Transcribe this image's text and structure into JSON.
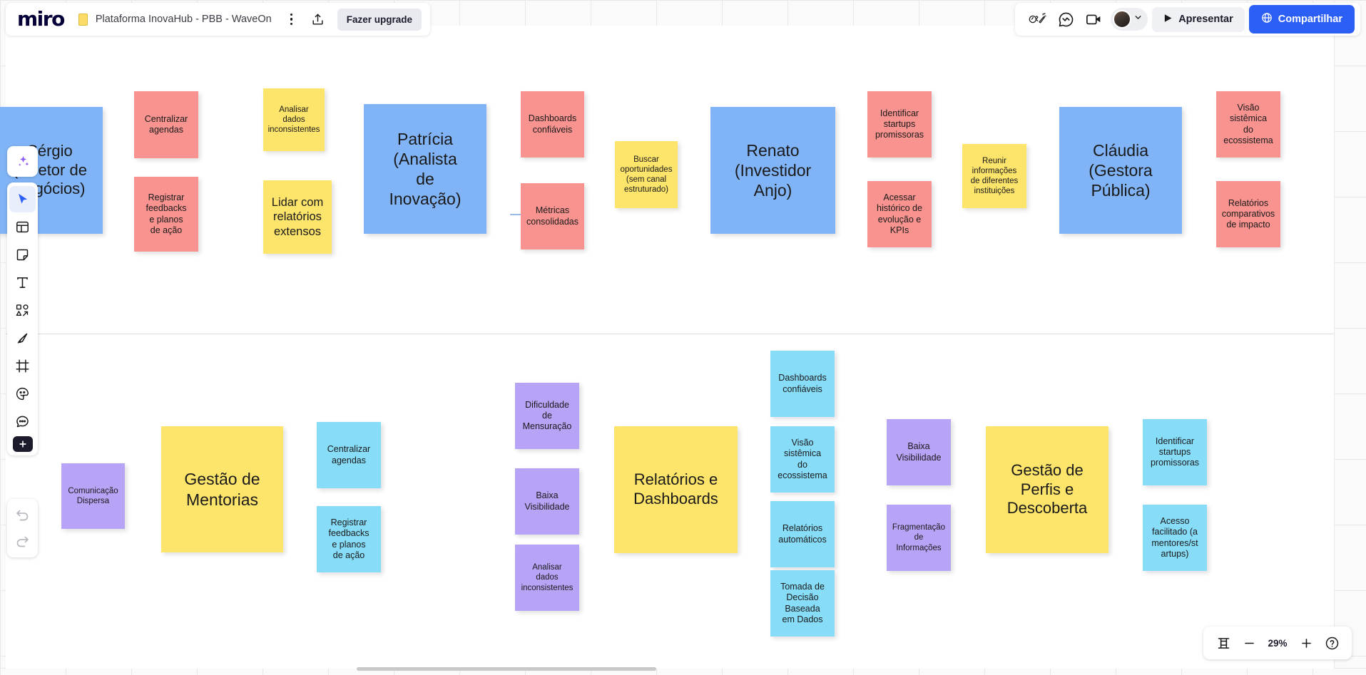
{
  "app": {
    "logo": "miro"
  },
  "topbar": {
    "doc_icon": "board-file-icon",
    "title": "Plataforma InovaHub - PBB - WaveOn",
    "menu_icon": "kebab-menu-icon",
    "share_icon": "upload-share-icon",
    "upgrade_label": "Fazer upgrade"
  },
  "topright": {
    "celebrate_icon": "celebration-icon",
    "chat_icon": "chat-bubble-icon",
    "video_icon": "video-camera-icon",
    "avatar_icon": "user-avatar",
    "chevron_icon": "chevron-down-icon",
    "present_label": "Apresentar",
    "present_icon": "play-icon",
    "share_label": "Compartilhar",
    "share_globe_icon": "globe-icon"
  },
  "toolbar": {
    "items": [
      {
        "name": "ai-sparkle-tool",
        "icon": "sparkle-icon"
      },
      {
        "name": "select-tool",
        "icon": "cursor-arrow-icon"
      },
      {
        "name": "templates-tool",
        "icon": "layout-template-icon"
      },
      {
        "name": "sticky-note-tool",
        "icon": "sticky-note-icon"
      },
      {
        "name": "text-tool",
        "icon": "text-T-icon"
      },
      {
        "name": "shapes-tool",
        "icon": "shapes-connector-icon"
      },
      {
        "name": "pen-tool",
        "icon": "pen-marker-icon"
      },
      {
        "name": "frame-tool",
        "icon": "frame-icon"
      },
      {
        "name": "sticker-tool",
        "icon": "emoji-sticker-icon"
      },
      {
        "name": "comment-tool",
        "icon": "comment-bubble-icon"
      },
      {
        "name": "more-apps-tool",
        "icon": "plus-square-icon"
      }
    ],
    "undo_icon": "undo-arrow-icon",
    "redo_icon": "redo-arrow-icon"
  },
  "zoombar": {
    "fit_icon": "fit-to-screen-icon",
    "minus_icon": "minus-icon",
    "level": "29%",
    "plus_icon": "plus-icon",
    "help_icon": "question-mark-icon"
  },
  "colors": {
    "red": "#f8938f",
    "yellow": "#fde46a",
    "blue": "#80b4f6",
    "cyan": "#87dcf8",
    "purple": "#b8a4f7",
    "accent_blue": "#2c5ff6"
  },
  "board": {
    "top_frame": {
      "notes": [
        {
          "id": "persona-sergio",
          "text": "Sérgio\n(Diretor de\nNegócios)",
          "color": "blue"
        },
        {
          "id": "pain-centralizar-agendas",
          "text": "Centralizar\nagendas",
          "color": "red"
        },
        {
          "id": "pain-registrar-feedbacks",
          "text": "Registrar\nfeedbacks\ne planos\nde ação",
          "color": "red"
        },
        {
          "id": "task-analisar-dados",
          "text": "Analisar\ndados\ninconsistentes",
          "color": "yellow"
        },
        {
          "id": "task-lidar-relatorios",
          "text": "Lidar com\nrelatórios\nextensos",
          "color": "yellow"
        },
        {
          "id": "persona-patricia",
          "text": "Patrícia\n(Analista\nde\nInovação)",
          "color": "blue"
        },
        {
          "id": "pain-dashboards",
          "text": "Dashboards\nconfiáveis",
          "color": "red"
        },
        {
          "id": "pain-metricas",
          "text": "Métricas\nconsolidadas",
          "color": "red"
        },
        {
          "id": "task-buscar-oportunidades",
          "text": "Buscar\noportunidades\n(sem canal\nestruturado)",
          "color": "yellow"
        },
        {
          "id": "persona-renato",
          "text": "Renato\n(Investidor\nAnjo)",
          "color": "blue"
        },
        {
          "id": "pain-identificar-startups",
          "text": "Identificar\nstartups\npromissoras",
          "color": "red"
        },
        {
          "id": "pain-acessar-historico",
          "text": "Acessar\nhistórico de\nevolução e\nKPIs",
          "color": "red"
        },
        {
          "id": "task-reunir-informacoes",
          "text": "Reunir\ninformações\nde diferentes\ninstituições",
          "color": "yellow"
        },
        {
          "id": "persona-claudia",
          "text": "Cláudia\n(Gestora\nPública)",
          "color": "blue"
        },
        {
          "id": "pain-visao-sistemica",
          "text": "Visão\nsistêmica\ndo\necossistema",
          "color": "red"
        },
        {
          "id": "pain-relatorios-comp",
          "text": "Relatórios\ncomparativos\nde impacto",
          "color": "red"
        }
      ]
    },
    "bottom_frame": {
      "notes": [
        {
          "id": "problem-comunicacao",
          "text": "Comunicação\nDispersa",
          "color": "purple"
        },
        {
          "id": "feature-gestao-mentorias",
          "text": "Gestão de\nMentorias",
          "color": "yellow"
        },
        {
          "id": "benefit-centralizar",
          "text": "Centralizar\nagendas",
          "color": "cyan"
        },
        {
          "id": "benefit-registrar",
          "text": "Registrar\nfeedbacks\ne planos\nde ação",
          "color": "cyan"
        },
        {
          "id": "problem-dificuldade",
          "text": "Dificuldade\nde\nMensuração",
          "color": "purple"
        },
        {
          "id": "problem-baixa-vis-1",
          "text": "Baixa\nVisibilidade",
          "color": "purple"
        },
        {
          "id": "problem-analisar-dados",
          "text": "Analisar\ndados\ninconsistentes",
          "color": "purple"
        },
        {
          "id": "feature-relatorios-dash",
          "text": "Relatórios e\nDashboards",
          "color": "yellow"
        },
        {
          "id": "benefit-dashboards",
          "text": "Dashboards\nconfiáveis",
          "color": "cyan"
        },
        {
          "id": "benefit-visao-sistemica",
          "text": "Visão\nsistêmica\ndo\necossistema",
          "color": "cyan"
        },
        {
          "id": "benefit-relatorios-auto",
          "text": "Relatórios\nautomáticos",
          "color": "cyan"
        },
        {
          "id": "benefit-tomada-decisao",
          "text": "Tomada de\nDecisão\nBaseada\nem Dados",
          "color": "cyan"
        },
        {
          "id": "problem-baixa-vis-2",
          "text": "Baixa\nVisibilidade",
          "color": "purple"
        },
        {
          "id": "problem-fragmentacao",
          "text": "Fragmentação\nde\nInformações",
          "color": "purple"
        },
        {
          "id": "feature-gestao-perfis",
          "text": "Gestão de\nPerfis e\nDescoberta",
          "color": "yellow"
        },
        {
          "id": "benefit-identificar",
          "text": "Identificar\nstartups\npromissoras",
          "color": "cyan"
        },
        {
          "id": "benefit-acesso-facil",
          "text": "Acesso\nfacilitado (a\nmentores/st\nartups)",
          "color": "cyan"
        }
      ]
    }
  }
}
